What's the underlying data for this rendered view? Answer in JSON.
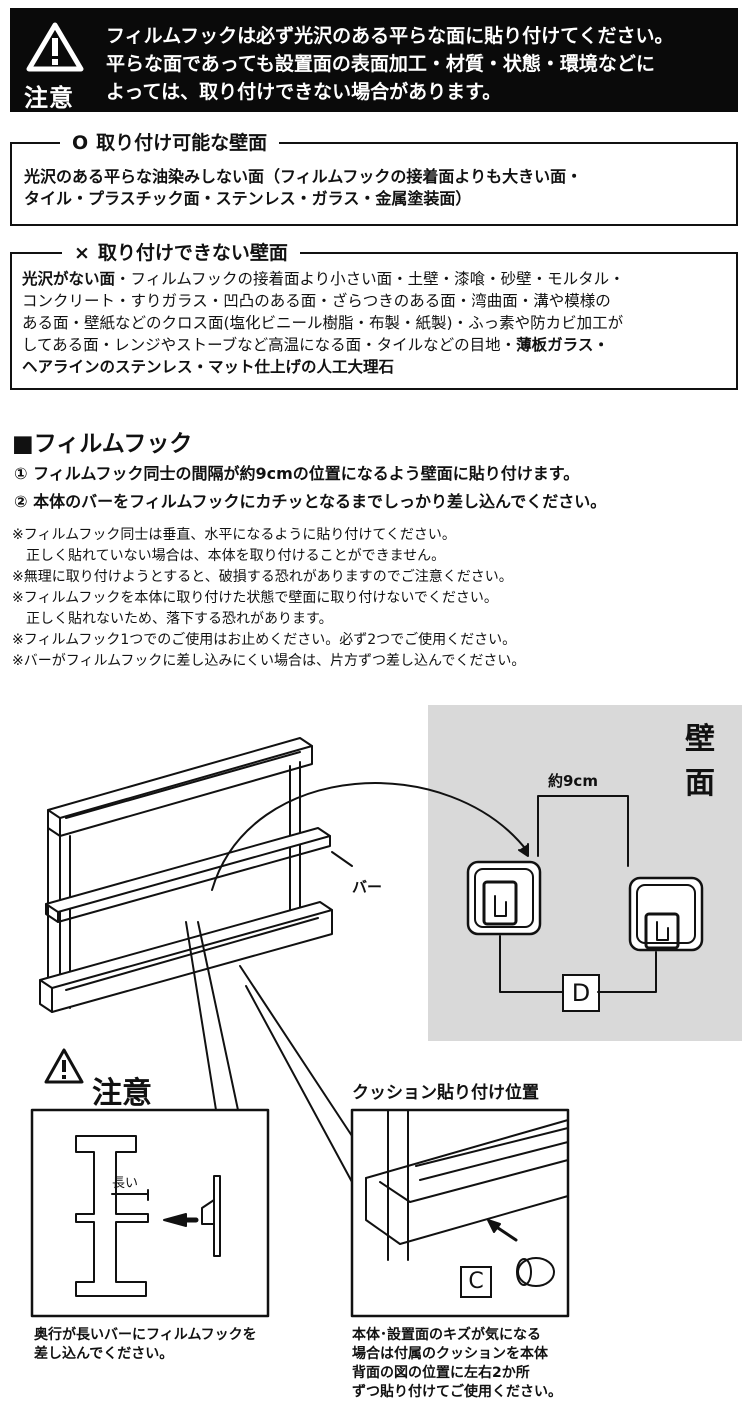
{
  "warning": {
    "label": "注意",
    "icon": "warning-triangle-icon",
    "lines": [
      "フィルムフックは必ず光沢のある平らな面に貼り付けてください。",
      "平らな面であっても設置面の表面加工・材質・状態・環境などに",
      "よっては、取り付けできない場合があります。"
    ]
  },
  "ok_surfaces": {
    "mark": "O",
    "title": "取り付け可能な壁面",
    "lines": [
      "光沢のある平らな油染みしない面（フィルムフックの接着面よりも大きい面・",
      "タイル・プラスチック面・ステンレス・ガラス・金属塗装面）"
    ]
  },
  "ng_surfaces": {
    "mark": "×",
    "title": "取り付けできない壁面",
    "bold_lead": "光沢がない面",
    "line1_rest": "・フィルムフックの接着面より小さい面・土壁・漆喰・砂壁・モルタル・",
    "line2": "コンクリート・すりガラス・凹凸のある面・ざらつきのある面・湾曲面・溝や模様の",
    "line3": "ある面・壁紙などのクロス面(塩化ビニール樹脂・布製・紙製)・ふっ素や防カビ加工が",
    "line4_plain": "してある面・レンジやストーブなど高温になる面・タイルなどの目地・",
    "line4_bold": "薄板ガラス・",
    "line5_bold": "ヘアラインのステンレス・マット仕上げの人工大理石"
  },
  "section": {
    "title": "■フィルムフック",
    "steps": [
      "① フィルムフック同士の間隔が約9cmの位置になるよう壁面に貼り付けます。",
      "② 本体のバーをフィルムフックにカチッとなるまでしっかり差し込んでください。"
    ],
    "notes": [
      "※フィルムフック同士は垂直、水平になるように貼り付けてください。",
      "正しく貼れていない場合は、本体を取り付けることができません。",
      "※無理に取り付けようとすると、破損する恐れがありますのでご注意ください。",
      "※フィルムフックを本体に取り付けた状態で壁面に取り付けないでください。",
      "正しく貼れないため、落下する恐れがあります。",
      "※フィルムフック1つでのご使用はお止めください。必ず2つでご使用ください。",
      "※バーがフィルムフックに差し込みにくい場合は、片方ずつ差し込んでください。"
    ]
  },
  "diagram": {
    "wall_label_1": "壁",
    "wall_label_2": "面",
    "distance": "約9cm",
    "bar_label": "バー",
    "hook_tag": "D",
    "cushion_tag": "C",
    "caution_title": "注意",
    "long_label": "長い",
    "cushion_title": "クッション貼り付け位置",
    "caution_caption": [
      "奥行が長いバーにフィルムフックを",
      "差し込んでください。"
    ],
    "cushion_caption": [
      "本体･設置面のキズが気になる",
      "場合は付属のクッションを本体",
      "背面の図の位置に左右2か所",
      "ずつ貼り付けてご使用ください。"
    ],
    "colors": {
      "panel": "#d9d9d9",
      "ink": "#111111",
      "banner": "#0a0a0a"
    }
  }
}
